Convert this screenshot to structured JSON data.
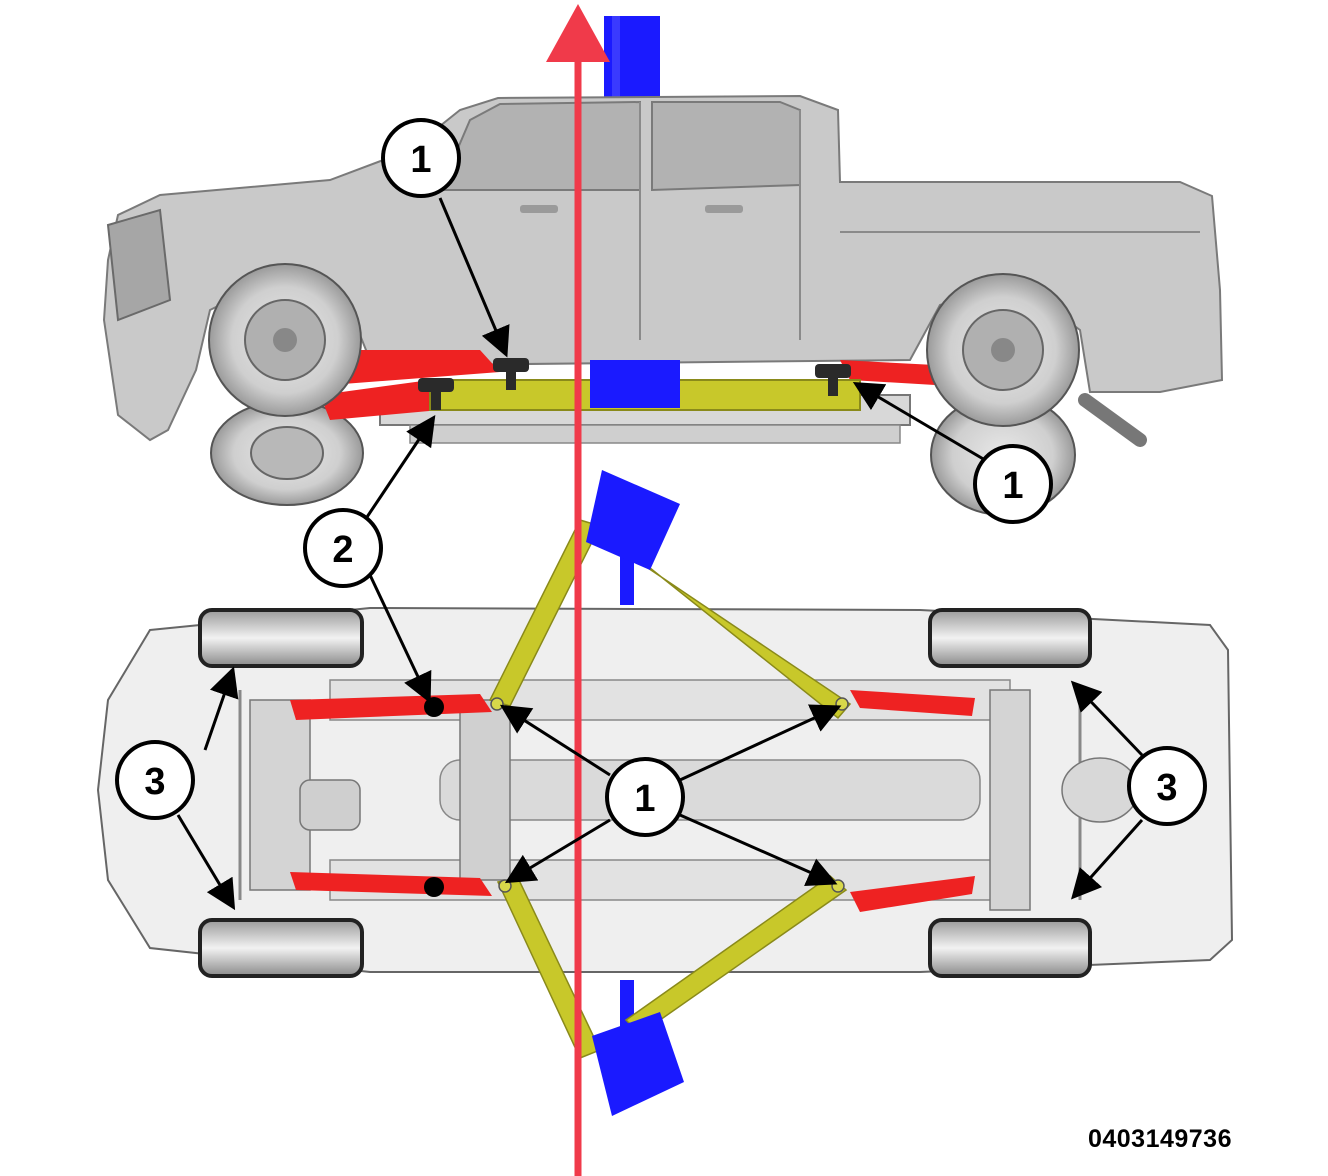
{
  "diagram": {
    "figure_id": "0403149736",
    "callouts": {
      "lift_points": "1",
      "pad_point": "2",
      "wheels": "3"
    }
  },
  "colors": {
    "lift_post": "#1a1aff",
    "lift_arm": "#c8c82a",
    "frame_contact": "#ee2222",
    "center_line": "#f03a4a",
    "vehicle_body": "#c9c9c9",
    "underbody": "#efefef"
  }
}
